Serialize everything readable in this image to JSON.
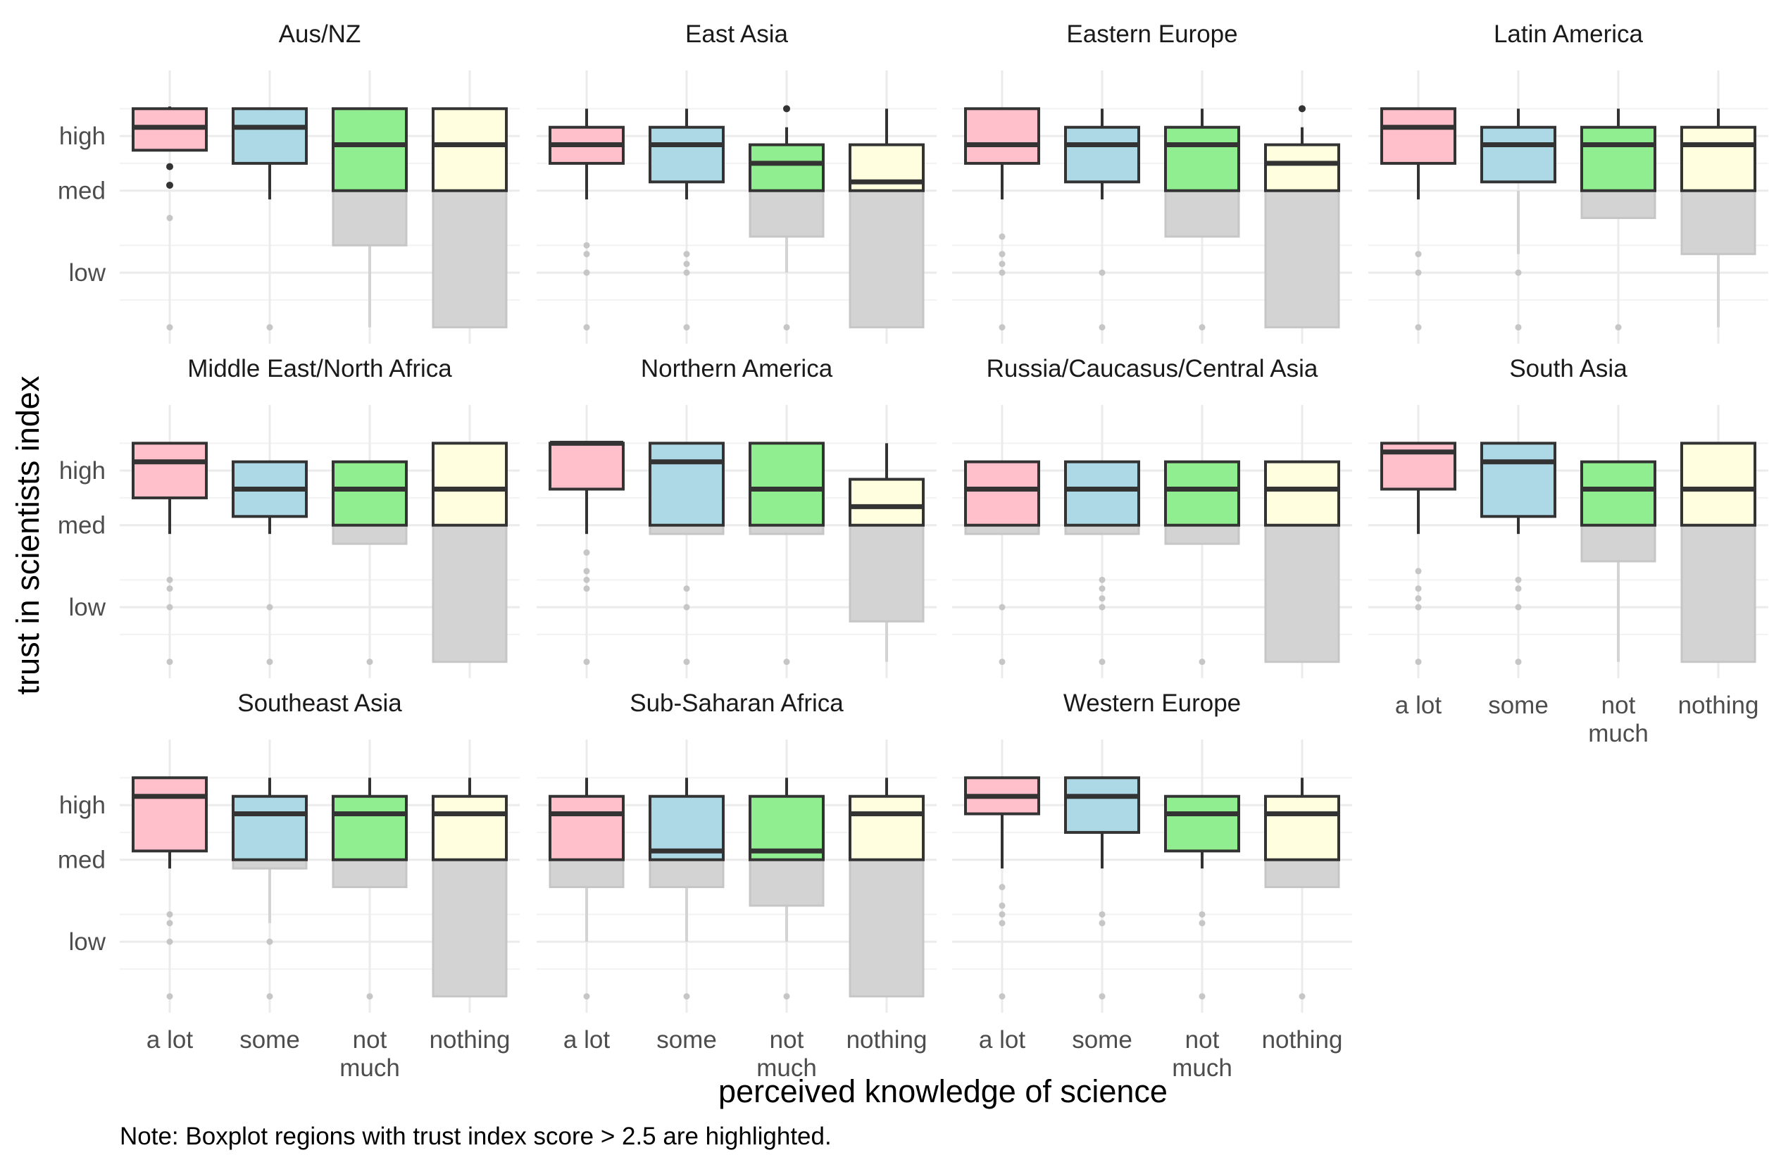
{
  "chart_data": {
    "type": "boxplot",
    "xlabel": "perceived knowledge of science",
    "ylabel": "trust in scientists index",
    "caption": "Note: Boxplot regions with trust index score > 2.5 are highlighted.",
    "highlight_threshold": 2.5,
    "categories": [
      "a lot",
      "some",
      "not much",
      "nothing"
    ],
    "y_ticks": [
      {
        "label": "low",
        "value": 1.75
      },
      {
        "label": "med",
        "value": 2.5
      },
      {
        "label": "high",
        "value": 3.0
      }
    ],
    "ylim": [
      1.1,
      3.6
    ],
    "colors": {
      "a lot": "#ffc0cb",
      "some": "#add8e6",
      "not much": "#90ee90",
      "nothing": "#ffffe0",
      "lowlight": "#d3d3d3",
      "box_line": "#333333"
    },
    "panels": [
      {
        "region": "Aus/NZ",
        "boxes": [
          {
            "q1": 2.87,
            "median": 3.08,
            "q3": 3.25,
            "lower": 2.87,
            "upper": 3.27,
            "outliers": [
              2.72,
              2.55,
              2.25,
              1.25
            ]
          },
          {
            "q1": 2.75,
            "median": 3.08,
            "q3": 3.25,
            "lower": 2.42,
            "upper": 3.25,
            "outliers": [
              1.25
            ]
          },
          {
            "q1": 2.0,
            "median": 2.92,
            "q3": 3.25,
            "lower": 1.25,
            "upper": 3.25,
            "outliers": []
          },
          {
            "q1": 1.25,
            "median": 2.92,
            "q3": 3.25,
            "lower": 1.25,
            "upper": 3.25,
            "outliers": []
          }
        ]
      },
      {
        "region": "East Asia",
        "boxes": [
          {
            "q1": 2.75,
            "median": 2.92,
            "q3": 3.08,
            "lower": 2.42,
            "upper": 3.25,
            "outliers": [
              2.0,
              1.92,
              1.75,
              1.25
            ]
          },
          {
            "q1": 2.58,
            "median": 2.92,
            "q3": 3.08,
            "lower": 2.42,
            "upper": 3.25,
            "outliers": [
              1.92,
              1.83,
              1.75,
              1.25
            ]
          },
          {
            "q1": 2.08,
            "median": 2.75,
            "q3": 2.92,
            "lower": 1.75,
            "upper": 3.08,
            "outliers": [
              3.25,
              1.25
            ]
          },
          {
            "q1": 1.25,
            "median": 2.58,
            "q3": 2.92,
            "lower": 1.25,
            "upper": 3.25,
            "outliers": []
          }
        ]
      },
      {
        "region": "Eastern Europe",
        "boxes": [
          {
            "q1": 2.75,
            "median": 2.92,
            "q3": 3.25,
            "lower": 2.42,
            "upper": 3.25,
            "outliers": [
              2.08,
              1.92,
              1.83,
              1.75,
              1.25
            ]
          },
          {
            "q1": 2.58,
            "median": 2.92,
            "q3": 3.08,
            "lower": 2.42,
            "upper": 3.25,
            "outliers": [
              1.75,
              1.25
            ]
          },
          {
            "q1": 2.08,
            "median": 2.92,
            "q3": 3.08,
            "lower": 2.42,
            "upper": 3.25,
            "outliers": [
              1.25
            ]
          },
          {
            "q1": 1.25,
            "median": 2.75,
            "q3": 2.92,
            "lower": 1.25,
            "upper": 3.08,
            "outliers": [
              3.25
            ]
          }
        ]
      },
      {
        "region": "Latin America",
        "boxes": [
          {
            "q1": 2.75,
            "median": 3.08,
            "q3": 3.25,
            "lower": 2.42,
            "upper": 3.25,
            "outliers": [
              1.92,
              1.75,
              1.25
            ]
          },
          {
            "q1": 2.58,
            "median": 2.92,
            "q3": 3.08,
            "lower": 1.92,
            "upper": 3.25,
            "outliers": [
              1.75,
              1.25
            ]
          },
          {
            "q1": 2.25,
            "median": 2.92,
            "q3": 3.08,
            "lower": 2.42,
            "upper": 3.25,
            "outliers": [
              1.25
            ]
          },
          {
            "q1": 1.92,
            "median": 2.92,
            "q3": 3.08,
            "lower": 1.25,
            "upper": 3.25,
            "outliers": []
          }
        ]
      },
      {
        "region": "Middle East/North Africa",
        "boxes": [
          {
            "q1": 2.75,
            "median": 3.08,
            "q3": 3.25,
            "lower": 2.42,
            "upper": 3.25,
            "outliers": [
              2.0,
              1.92,
              1.75,
              1.25
            ]
          },
          {
            "q1": 2.58,
            "median": 2.83,
            "q3": 3.08,
            "lower": 2.42,
            "upper": 3.08,
            "outliers": [
              1.75,
              1.25
            ]
          },
          {
            "q1": 2.33,
            "median": 2.83,
            "q3": 3.08,
            "lower": 2.42,
            "upper": 3.08,
            "outliers": [
              1.25
            ]
          },
          {
            "q1": 1.25,
            "median": 2.83,
            "q3": 3.25,
            "lower": 2.42,
            "upper": 3.25,
            "outliers": []
          }
        ]
      },
      {
        "region": "Northern America",
        "boxes": [
          {
            "q1": 2.83,
            "median": 3.25,
            "q3": 3.25,
            "lower": 2.42,
            "upper": 3.25,
            "outliers": [
              2.25,
              2.08,
              2.0,
              1.92,
              1.25
            ]
          },
          {
            "q1": 2.42,
            "median": 3.08,
            "q3": 3.25,
            "lower": 2.42,
            "upper": 3.25,
            "outliers": [
              1.92,
              1.75,
              1.25
            ]
          },
          {
            "q1": 2.42,
            "median": 2.83,
            "q3": 3.25,
            "lower": 2.42,
            "upper": 3.25,
            "outliers": [
              1.25
            ]
          },
          {
            "q1": 1.62,
            "median": 2.67,
            "q3": 2.92,
            "lower": 1.25,
            "upper": 3.25,
            "outliers": []
          }
        ]
      },
      {
        "region": "Russia/Caucasus/Central Asia",
        "boxes": [
          {
            "q1": 2.42,
            "median": 2.83,
            "q3": 3.08,
            "lower": 2.42,
            "upper": 3.08,
            "outliers": [
              1.75,
              1.25
            ]
          },
          {
            "q1": 2.42,
            "median": 2.83,
            "q3": 3.08,
            "lower": 2.42,
            "upper": 3.08,
            "outliers": [
              2.0,
              1.92,
              1.83,
              1.75,
              1.25
            ]
          },
          {
            "q1": 2.33,
            "median": 2.83,
            "q3": 3.08,
            "lower": 2.42,
            "upper": 3.08,
            "outliers": [
              1.25
            ]
          },
          {
            "q1": 1.25,
            "median": 2.83,
            "q3": 3.08,
            "lower": 2.42,
            "upper": 3.08,
            "outliers": []
          }
        ]
      },
      {
        "region": "South Asia",
        "boxes": [
          {
            "q1": 2.83,
            "median": 3.17,
            "q3": 3.25,
            "lower": 2.42,
            "upper": 3.25,
            "outliers": [
              2.08,
              1.92,
              1.83,
              1.75,
              1.25
            ]
          },
          {
            "q1": 2.58,
            "median": 3.08,
            "q3": 3.25,
            "lower": 2.42,
            "upper": 3.25,
            "outliers": [
              2.0,
              1.92,
              1.75,
              1.25
            ]
          },
          {
            "q1": 2.17,
            "median": 2.83,
            "q3": 3.08,
            "lower": 1.25,
            "upper": 3.08,
            "outliers": []
          },
          {
            "q1": 1.25,
            "median": 2.83,
            "q3": 3.25,
            "lower": 2.42,
            "upper": 3.25,
            "outliers": []
          }
        ]
      },
      {
        "region": "Southeast Asia",
        "boxes": [
          {
            "q1": 2.58,
            "median": 3.08,
            "q3": 3.25,
            "lower": 2.42,
            "upper": 3.25,
            "outliers": [
              2.0,
              1.92,
              1.75,
              1.25
            ]
          },
          {
            "q1": 2.42,
            "median": 2.92,
            "q3": 3.08,
            "lower": 1.92,
            "upper": 3.25,
            "outliers": [
              1.75,
              1.25
            ]
          },
          {
            "q1": 2.25,
            "median": 2.92,
            "q3": 3.08,
            "lower": 2.42,
            "upper": 3.25,
            "outliers": [
              1.25
            ]
          },
          {
            "q1": 1.25,
            "median": 2.92,
            "q3": 3.08,
            "lower": 2.42,
            "upper": 3.25,
            "outliers": []
          }
        ]
      },
      {
        "region": "Sub-Saharan Africa",
        "boxes": [
          {
            "q1": 2.25,
            "median": 2.92,
            "q3": 3.08,
            "lower": 1.75,
            "upper": 3.25,
            "outliers": [
              1.25
            ]
          },
          {
            "q1": 2.25,
            "median": 2.58,
            "q3": 3.08,
            "lower": 1.75,
            "upper": 3.25,
            "outliers": [
              1.25
            ]
          },
          {
            "q1": 2.08,
            "median": 2.58,
            "q3": 3.08,
            "lower": 1.75,
            "upper": 3.25,
            "outliers": [
              1.25
            ]
          },
          {
            "q1": 1.25,
            "median": 2.92,
            "q3": 3.08,
            "lower": 2.42,
            "upper": 3.25,
            "outliers": []
          }
        ]
      },
      {
        "region": "Western Europe",
        "boxes": [
          {
            "q1": 2.92,
            "median": 3.08,
            "q3": 3.25,
            "lower": 2.42,
            "upper": 3.25,
            "outliers": [
              2.25,
              2.08,
              2.0,
              1.92,
              1.25
            ]
          },
          {
            "q1": 2.75,
            "median": 3.08,
            "q3": 3.25,
            "lower": 2.42,
            "upper": 3.25,
            "outliers": [
              2.0,
              1.92,
              1.25
            ]
          },
          {
            "q1": 2.58,
            "median": 2.92,
            "q3": 3.08,
            "lower": 2.42,
            "upper": 3.08,
            "outliers": [
              2.0,
              1.92,
              1.25
            ]
          },
          {
            "q1": 2.25,
            "median": 2.92,
            "q3": 3.08,
            "lower": 2.42,
            "upper": 3.25,
            "outliers": [
              1.25
            ]
          }
        ]
      }
    ]
  }
}
